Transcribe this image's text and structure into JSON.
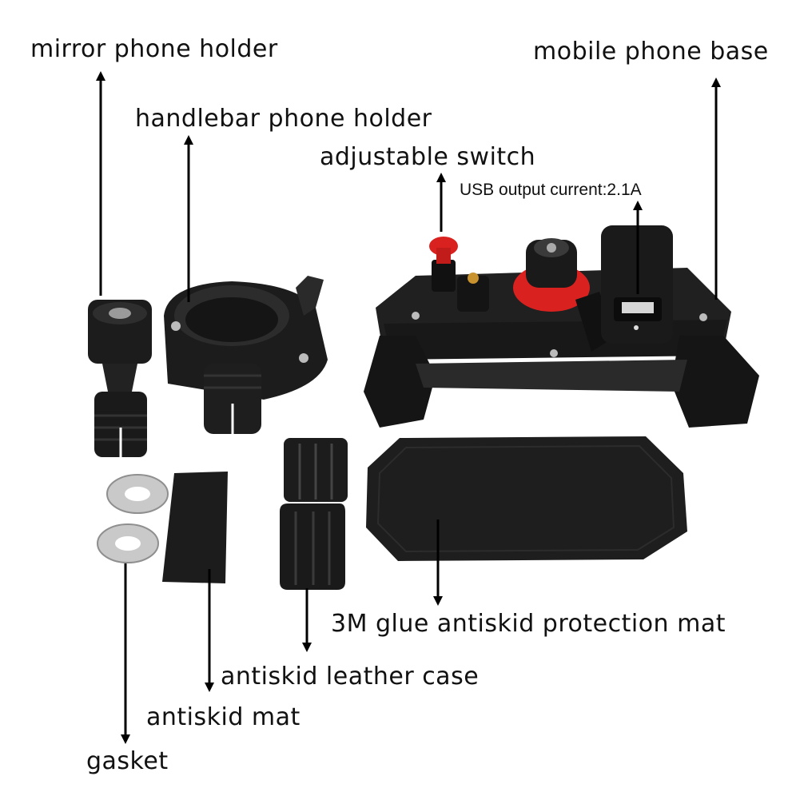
{
  "diagram": {
    "labels": {
      "mirror_phone_holder": "mirror phone holder",
      "mobile_phone_base": "mobile phone base",
      "handlebar_phone_holder": "handlebar phone holder",
      "adjustable_switch": "adjustable switch",
      "usb_output": "USB output current:2.1A",
      "glue_mat": "3M glue antiskid protection mat",
      "leather_case": "antiskid leather case",
      "antiskid_mat": "antiskid mat",
      "gasket": "gasket"
    },
    "colors": {
      "part_black": "#1a1a1a",
      "part_dark": "#2b2b2b",
      "accent_red": "#d9221f",
      "washer_grey": "#c9c9c9",
      "arrow": "#000000"
    }
  }
}
